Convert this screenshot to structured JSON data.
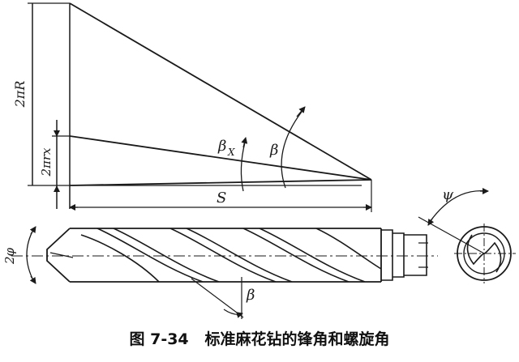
{
  "diagram": {
    "labels": {
      "two_pi_R": "2πR",
      "two_pi_rx": "2πrx",
      "beta_x": "β",
      "beta_x_sub": "X",
      "beta_top": "β",
      "S": "S",
      "psi": "ψ",
      "two_phi": "2φ",
      "beta_bottom": "β"
    },
    "caption": "图 7-34   标准麻花钻的锋角和螺旋角"
  }
}
